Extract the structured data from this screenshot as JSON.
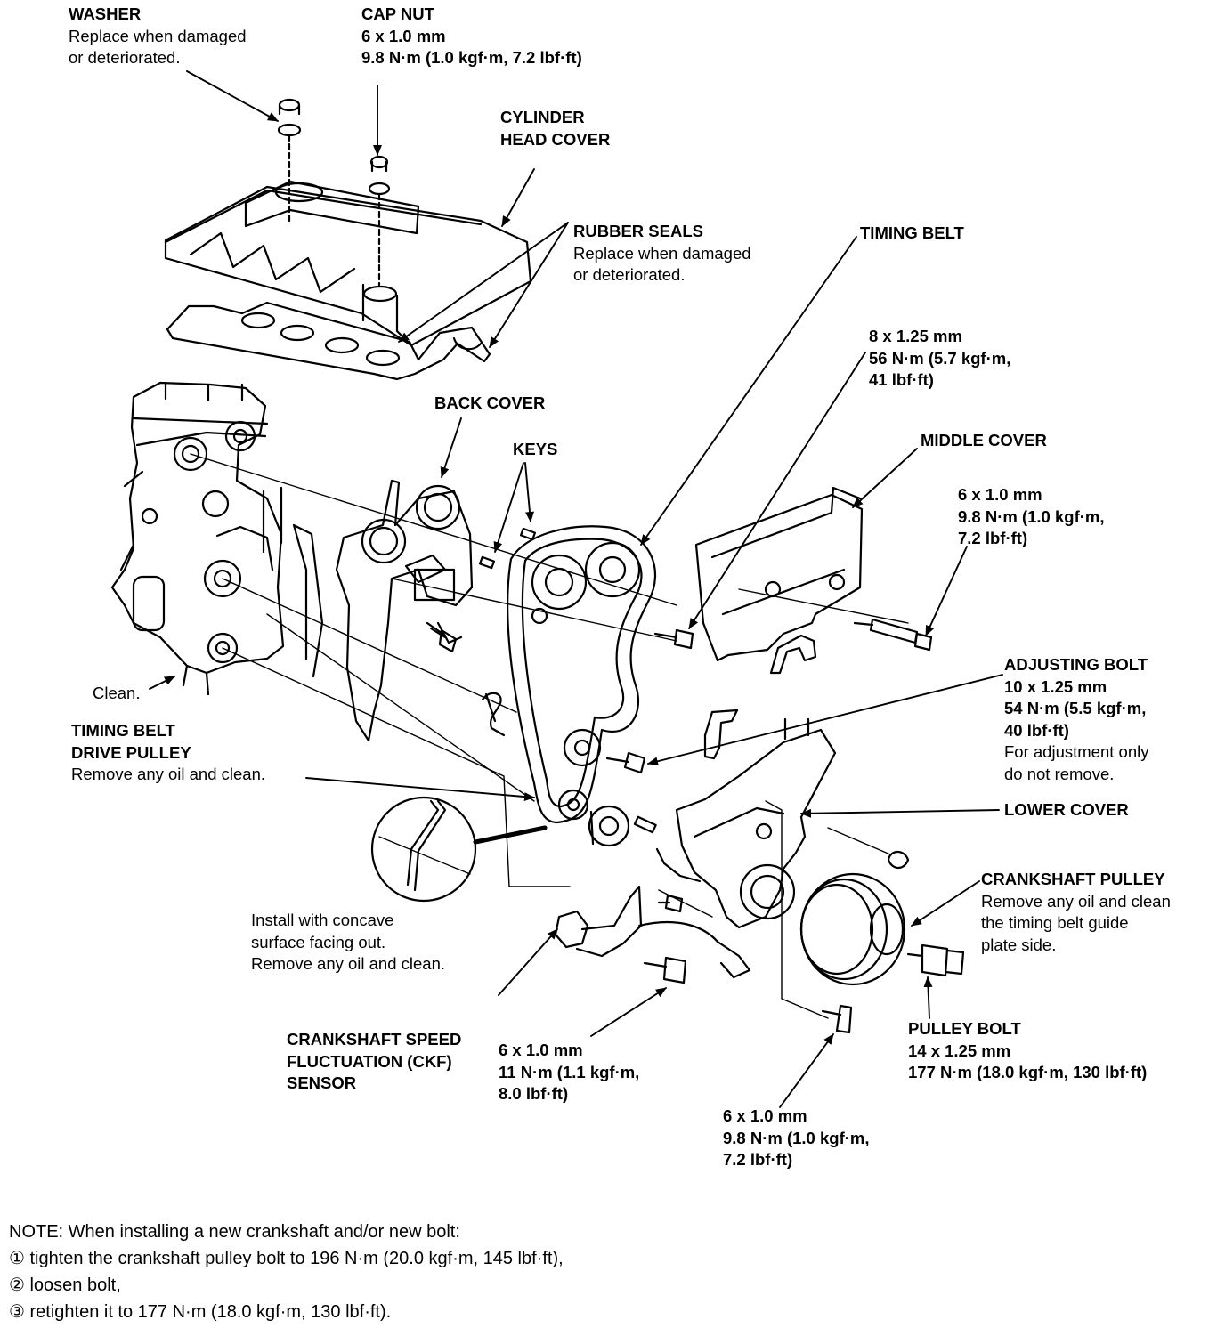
{
  "labels": {
    "washer": {
      "bold": [
        "WASHER"
      ],
      "plain": [
        "Replace when damaged",
        "or deteriorated."
      ]
    },
    "cap_nut": {
      "bold": [
        "CAP NUT",
        "6 x 1.0 mm",
        "9.8 N·m (1.0 kgf·m, 7.2 lbf·ft)"
      ],
      "plain": []
    },
    "cylinder_head_cover": {
      "bold": [
        "CYLINDER",
        "HEAD COVER"
      ],
      "plain": []
    },
    "rubber_seals": {
      "bold": [
        "RUBBER SEALS"
      ],
      "plain": [
        "Replace when damaged",
        "or deteriorated."
      ]
    },
    "timing_belt": {
      "bold": [
        "TIMING BELT"
      ],
      "plain": []
    },
    "bolt_8x125": {
      "bold": [
        "8 x 1.25 mm",
        "56 N·m (5.7 kgf·m,",
        "41 lbf·ft)"
      ],
      "plain": []
    },
    "back_cover": {
      "bold": [
        "BACK COVER"
      ],
      "plain": []
    },
    "keys": {
      "bold": [
        "KEYS"
      ],
      "plain": []
    },
    "middle_cover": {
      "bold": [
        "MIDDLE COVER"
      ],
      "plain": []
    },
    "bolt_6x10_middle": {
      "bold": [
        "6 x 1.0 mm",
        "9.8 N·m (1.0 kgf·m,",
        "7.2 lbf·ft)"
      ],
      "plain": []
    },
    "adjusting_bolt": {
      "bold": [
        "ADJUSTING BOLT",
        "10 x 1.25 mm",
        "54 N·m (5.5 kgf·m,",
        "40 lbf·ft)"
      ],
      "plain": [
        "For adjustment only",
        "do not remove."
      ]
    },
    "clean": {
      "bold": [],
      "plain": [
        "Clean."
      ]
    },
    "drive_pulley": {
      "bold": [
        "TIMING BELT",
        "DRIVE PULLEY"
      ],
      "plain": [
        "Remove any oil and clean."
      ]
    },
    "lower_cover": {
      "bold": [
        "LOWER COVER"
      ],
      "plain": []
    },
    "crankshaft_pulley": {
      "bold": [
        "CRANKSHAFT PULLEY"
      ],
      "plain": [
        "Remove any oil and clean",
        "the timing belt guide",
        "plate side."
      ]
    },
    "install_note": {
      "bold": [],
      "plain": [
        "Install with concave",
        "surface facing out.",
        "Remove any oil and clean."
      ]
    },
    "ckf_sensor": {
      "bold": [
        "CRANKSHAFT SPEED",
        "FLUCTUATION (CKF)",
        "SENSOR"
      ],
      "plain": []
    },
    "bolt_6x10_ckf": {
      "bold": [
        "6 x 1.0 mm",
        "11 N·m (1.1 kgf·m,",
        "8.0 lbf·ft)"
      ],
      "plain": []
    },
    "pulley_bolt": {
      "bold": [
        "PULLEY BOLT",
        "14 x 1.25 mm",
        "177 N·m (18.0 kgf·m, 130 lbf·ft)"
      ],
      "plain": []
    },
    "bolt_6x10_lower": {
      "bold": [
        "6 x 1.0 mm",
        "9.8 N·m (1.0 kgf·m,",
        "7.2 lbf·ft)"
      ],
      "plain": []
    }
  },
  "note": {
    "lines": [
      "NOTE:  When installing a new crankshaft and/or new bolt:",
      "① tighten the crankshaft pulley bolt to 196 N·m (20.0 kgf·m, 145 lbf·ft),",
      "② loosen bolt,",
      "③ retighten it to 177 N·m (18.0 kgf·m, 130 lbf·ft)."
    ]
  }
}
